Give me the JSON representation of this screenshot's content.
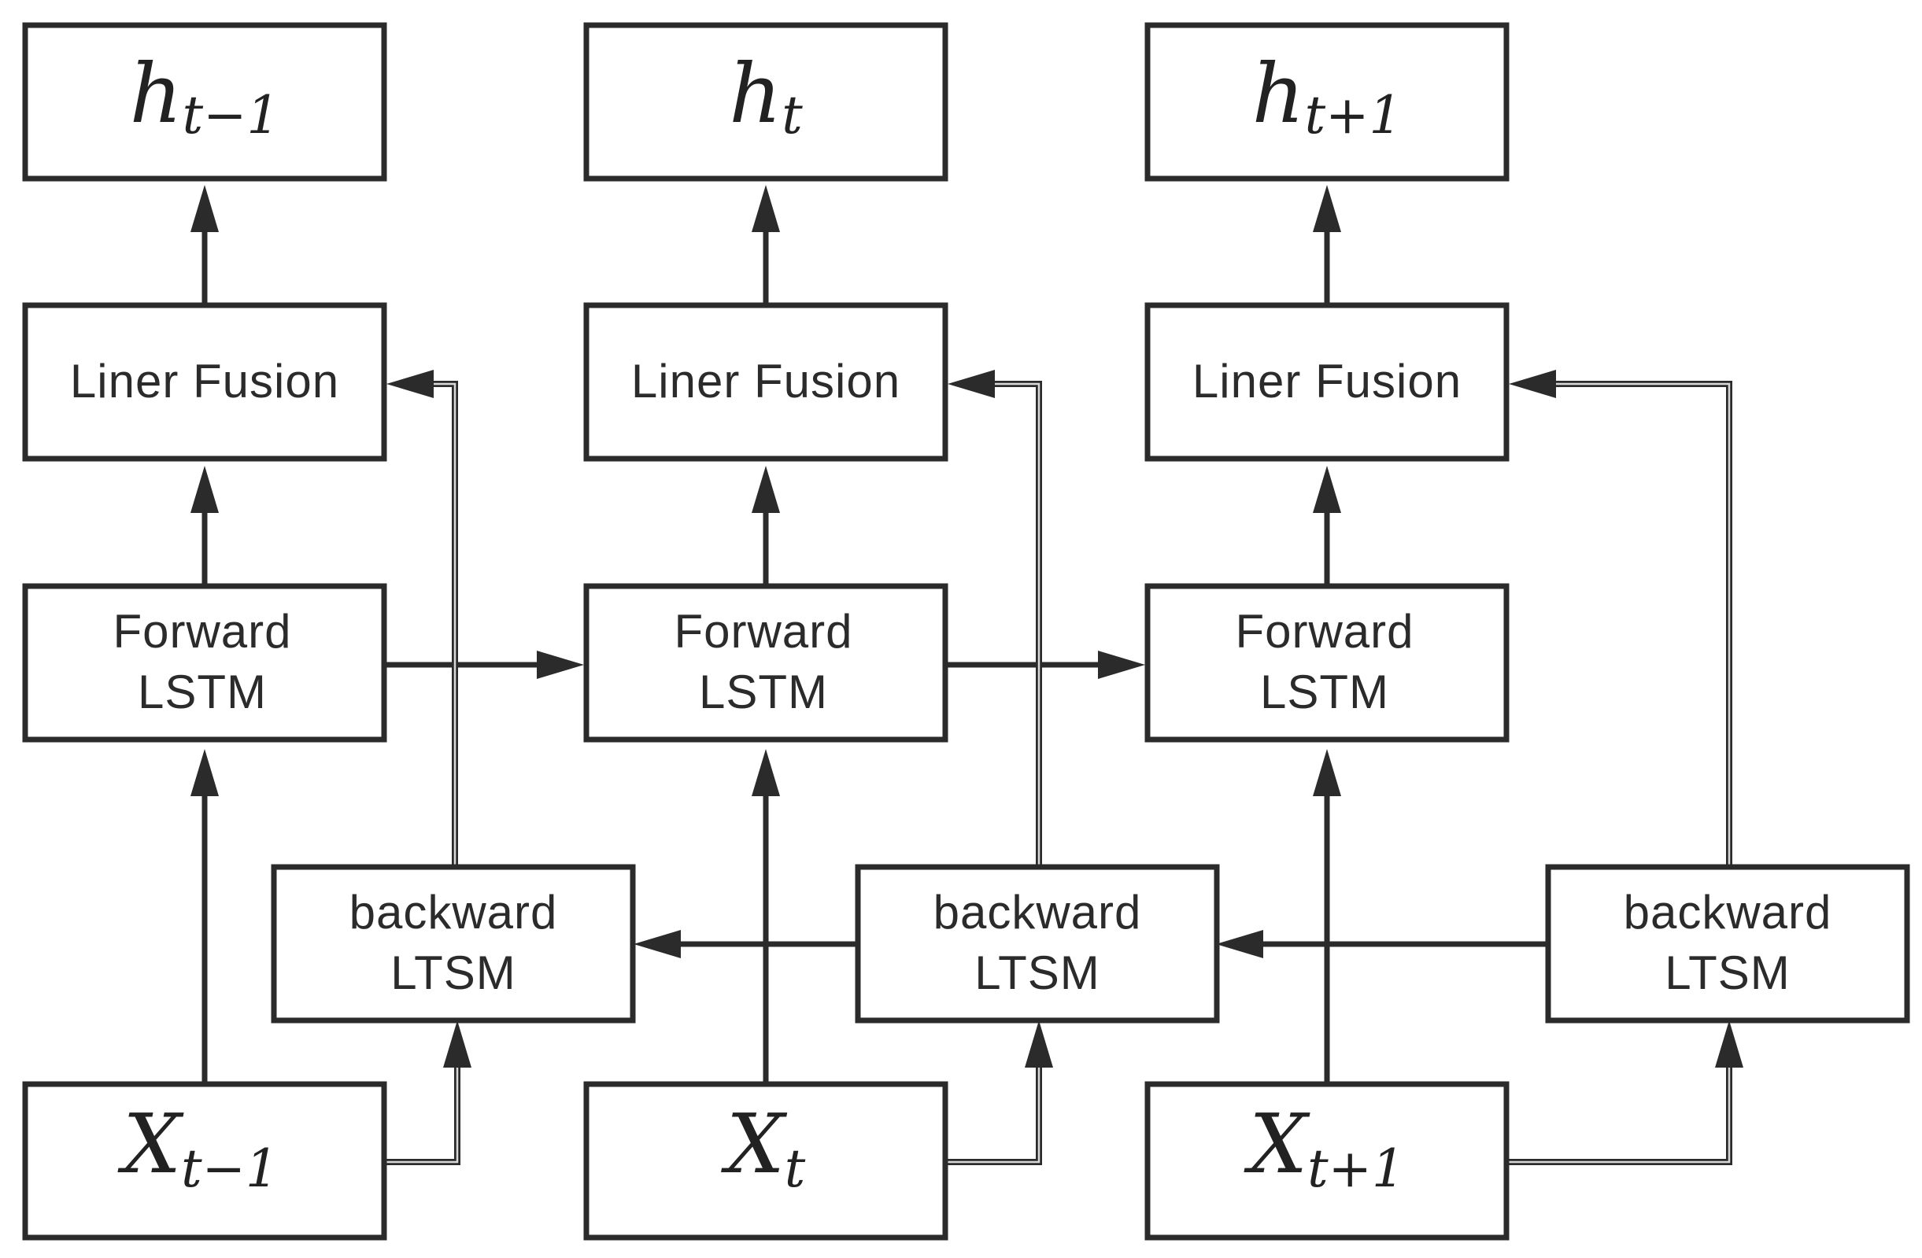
{
  "outputs": [
    {
      "base": "h",
      "sub": "t−1"
    },
    {
      "base": "h",
      "sub": "t"
    },
    {
      "base": "h",
      "sub": "t+1"
    }
  ],
  "inputs": [
    {
      "base": "X",
      "sub": "t−1"
    },
    {
      "base": "X",
      "sub": "t"
    },
    {
      "base": "X",
      "sub": "t+1"
    }
  ],
  "fusion": [
    {
      "label": "Liner Fusion"
    },
    {
      "label": "Liner Fusion"
    },
    {
      "label": "Liner Fusion"
    }
  ],
  "forward": [
    {
      "line1": "Forward",
      "line2": "LSTM"
    },
    {
      "line1": "Forward",
      "line2": "LSTM"
    },
    {
      "line1": "Forward",
      "line2": "LSTM"
    }
  ],
  "backward": [
    {
      "line1": "backward",
      "line2": "LTSM"
    },
    {
      "line1": "backward",
      "line2": "LTSM"
    },
    {
      "line1": "backward",
      "line2": "LTSM"
    }
  ],
  "colors": {
    "stroke": "#2b2b2b",
    "background": "#ffffff",
    "text": "#2b2b2b"
  }
}
